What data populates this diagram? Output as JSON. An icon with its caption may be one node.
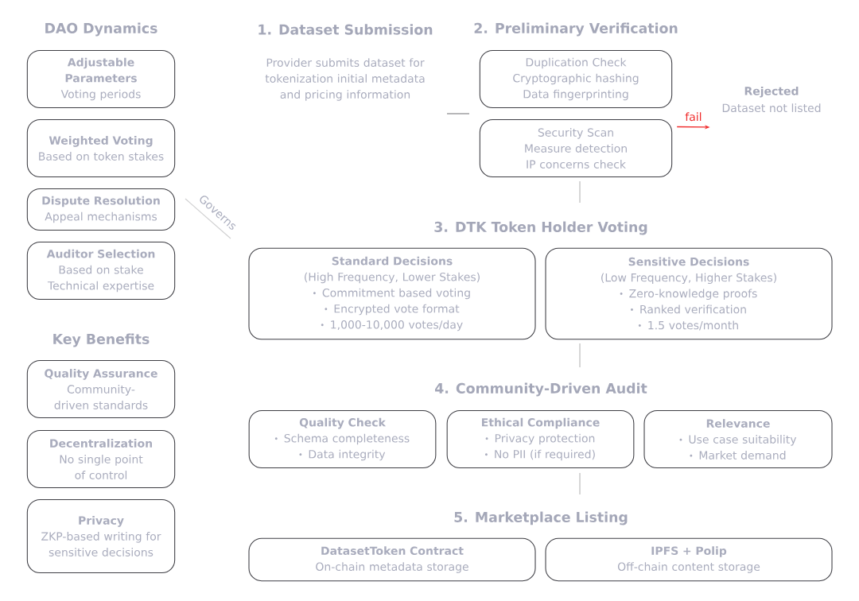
{
  "diagram": {
    "nodes": [
      {
        "text": [
          "Adjustable Parameters",
          "Voting periods"
        ]
      },
      {
        "text": [
          "Weighted Voting",
          "Based on token stakes"
        ]
      },
      {
        "text": [
          "Dispute Resolution",
          "Appeal mechanisms"
        ]
      },
      {
        "text": [
          "Auditor Selection",
          "Based on stake Technical expertise"
        ]
      },
      {
        "text": [
          "Quality Assurance",
          "Community-driven standards"
        ]
      },
      {
        "text": [
          "Decentralization",
          "No single point of control"
        ]
      },
      {
        "text": [
          "Privacy",
          "ZKP-based writing for sensitive decisions"
        ]
      },
      {
        "text": [
          "Duplication Check",
          "Cryptographic hashing Data fingerprinting"
        ]
      },
      {
        "text": [
          "Security Scan",
          "Measure detection IP concerns check"
        ]
      },
      {
        "text": [
          "Rejected",
          "Dataset not listed"
        ]
      },
      {
        "text": [
          "Standard Decisions",
          "(High Frequency, Lower Stakes)",
          "Commitment based voting",
          "Encrypted vote format",
          "1,000-10,000 votes/day"
        ]
      },
      {
        "text": [
          "Sensitive Decisions",
          "(Low Frequency, Higher Stakes)",
          "Zero-knowledge proofs",
          "Ranked verification",
          "1.5 votes/month"
        ]
      },
      {
        "text": [
          "Quality Check",
          "Schema completeness",
          "Data integrity"
        ]
      },
      {
        "text": [
          "Ethical Compliance",
          "Privacy protection",
          "No PII (if required)"
        ]
      },
      {
        "text": [
          "Relevance",
          "Use case suitability",
          "Market demand"
        ]
      },
      {
        "text": [
          "DatasetToken Contract",
          "On-chain metadata storage"
        ]
      },
      {
        "text": [
          "IPFS + Polip",
          "Off-chain content storage"
        ]
      }
    ],
    "edges": [
      {
        "from": 8,
        "to": 9,
        "arrow": "to",
        "label": "fail",
        "color": "#f02a2a"
      }
    ],
    "labels": [
      "DAO Dynamics",
      "1. Dataset Submission",
      "2. Preliminary Verification",
      "Provider submits dataset for tokenization initial metadata and pricing information",
      "Governs",
      "3. DTK Token Holder Voting",
      "Key Benefits",
      "4. Community-Driven Audit",
      "5. Marketplace Listing"
    ]
  }
}
